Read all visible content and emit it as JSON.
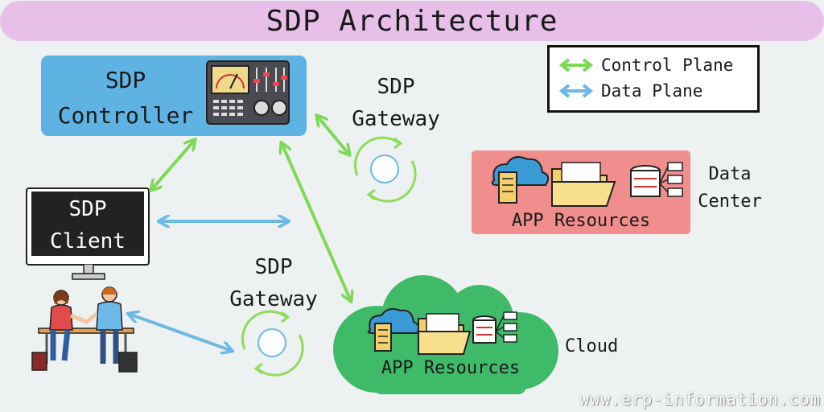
{
  "diagram": {
    "title": "SDP Architecture",
    "controller": {
      "line1": "SDP",
      "line2": "Controller"
    },
    "gateway_top": {
      "line1": "SDP",
      "line2": "Gateway"
    },
    "gateway_bottom": {
      "line1": "SDP",
      "line2": "Gateway"
    },
    "client": {
      "line1": "SDP",
      "line2": "Client"
    },
    "legend": {
      "control_plane": "Control Plane",
      "data_plane": "Data Plane",
      "control_color": "#7ed957",
      "data_color": "#6cb8e6"
    },
    "data_center": {
      "resources": "APP Resources",
      "line1": "Data",
      "line2": "Center"
    },
    "cloud": {
      "resources": "APP Resources",
      "label": "Cloud"
    },
    "website": "www.erp-information.com"
  },
  "colors": {
    "title_bg": "#e7bfe9",
    "controller_bg": "#5fb3e2",
    "data_center_bg": "#f08e8e",
    "cloud_bg": "#3fba68",
    "gateway_ring": "#8fdc5a"
  }
}
